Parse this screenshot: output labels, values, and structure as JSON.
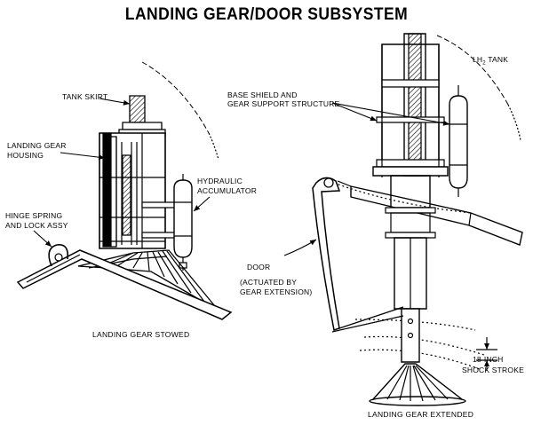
{
  "title": "LANDING GEAR/DOOR SUBSYSTEM",
  "stowed": {
    "caption": "LANDING GEAR STOWED",
    "labels": {
      "tank_skirt": "TANK SKIRT",
      "landing_gear_housing_1": "LANDING GEAR",
      "landing_gear_housing_2": "HOUSING",
      "hydraulic_accumulator_1": "HYDRAULIC",
      "hydraulic_accumulator_2": "ACCUMULATOR",
      "hinge_spring_1": "HINGE SPRING",
      "hinge_spring_2": "AND LOCK ASSY"
    }
  },
  "extended": {
    "caption": "LANDING GEAR EXTENDED",
    "labels": {
      "lh2_tank_prefix": "LH",
      "lh2_tank_sub": "2",
      "lh2_tank_suffix": " TANK",
      "base_shield_1": "BASE SHIELD AND",
      "base_shield_2": "GEAR SUPPORT STRUCTURE",
      "door": "DOOR",
      "door_note_1": "(ACTUATED BY",
      "door_note_2": "GEAR EXTENSION)",
      "shock_stroke_1": "18-INCH",
      "shock_stroke_2": "SHOCK STROKE"
    }
  }
}
